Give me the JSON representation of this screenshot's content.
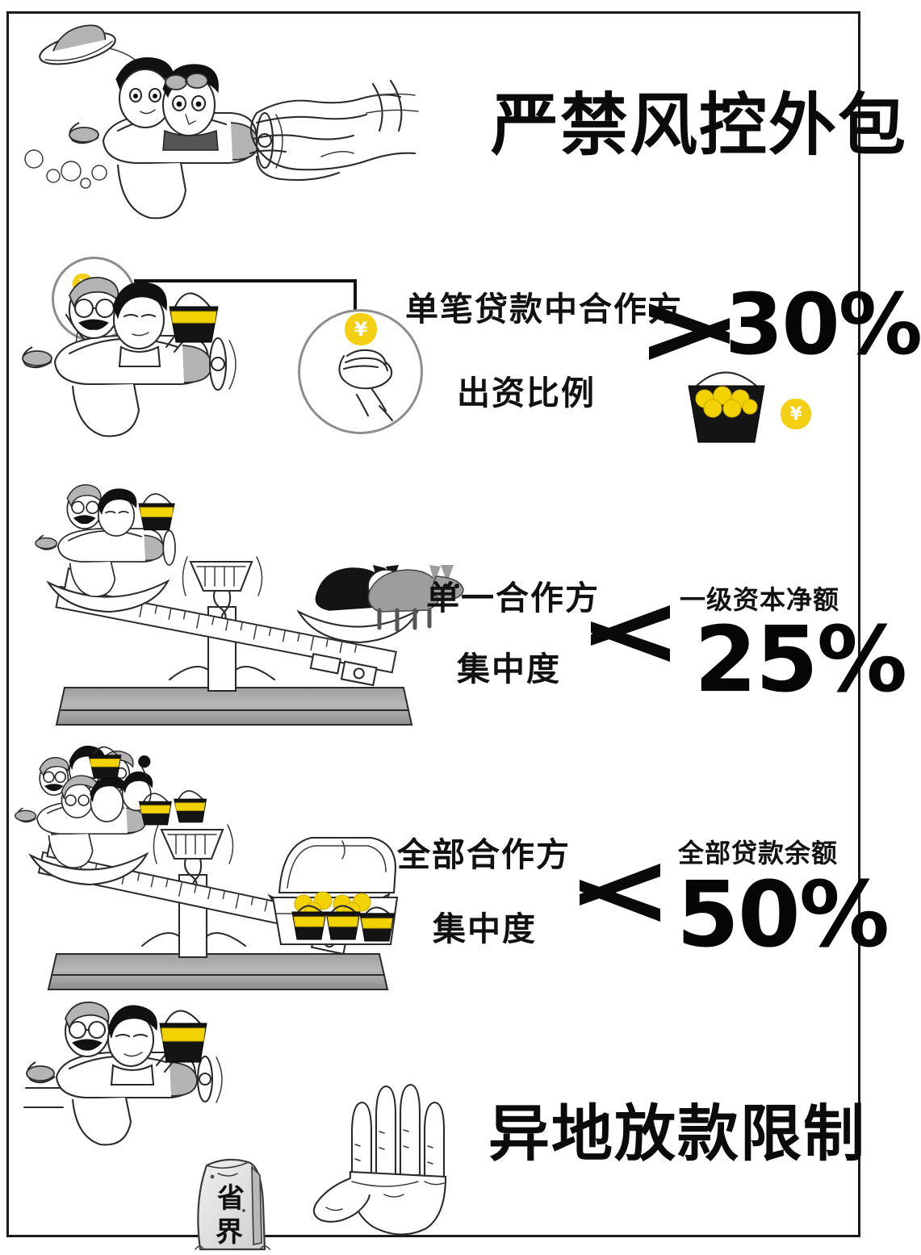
{
  "poster": {
    "title_top": "严禁风控外包",
    "title_bottom": "异地放款限制",
    "border_color": "#1a1a1a",
    "accent_gold": "#F5CF14",
    "coin_symbol": "¥"
  },
  "sections": [
    {
      "id": "single-loan-funding-ratio",
      "label_line1": "单笔贷款中合作方",
      "label_line2": "出资比例",
      "comparator": "≥",
      "comparator_name": "greater-than-or-equal",
      "value": "30%",
      "sublabel": "",
      "callout_icon": "yen-coin-in-hand",
      "illustration": "airplane-two-men-with-basket"
    },
    {
      "id": "single-partner-concentration",
      "label_line1": "单一合作方",
      "label_line2": "集中度",
      "comparator": "≤",
      "comparator_name": "less-than-or-equal",
      "value": "25%",
      "sublabel": "一级资本净额",
      "callout_icon": "",
      "illustration": "balance-scale-airplane-vs-dogs"
    },
    {
      "id": "all-partners-concentration",
      "label_line1": "全部合作方",
      "label_line2": "集中度",
      "comparator": "≤",
      "comparator_name": "less-than-or-equal",
      "value": "50%",
      "sublabel": "全部贷款余额",
      "callout_icon": "",
      "illustration": "balance-scale-crowd-vs-treasure"
    }
  ],
  "illustrations": {
    "top": {
      "name": "airplane-blown-hat-and-hand",
      "elements": [
        "flying-hat",
        "two-pilots",
        "biplane",
        "reaching-hand",
        "smoke-puffs"
      ]
    },
    "bottom": {
      "name": "airplane-province-border-stop-hand",
      "stone_text_line1": "省",
      "stone_text_line2": "界",
      "elements": [
        "biplane-with-gold-basket",
        "boundary-stone",
        "open-palm-stop-hand"
      ]
    }
  },
  "icons": {
    "coin": "yen-coin",
    "basket": "gold-basket",
    "chest": "treasure-chest",
    "dog": "dog"
  }
}
